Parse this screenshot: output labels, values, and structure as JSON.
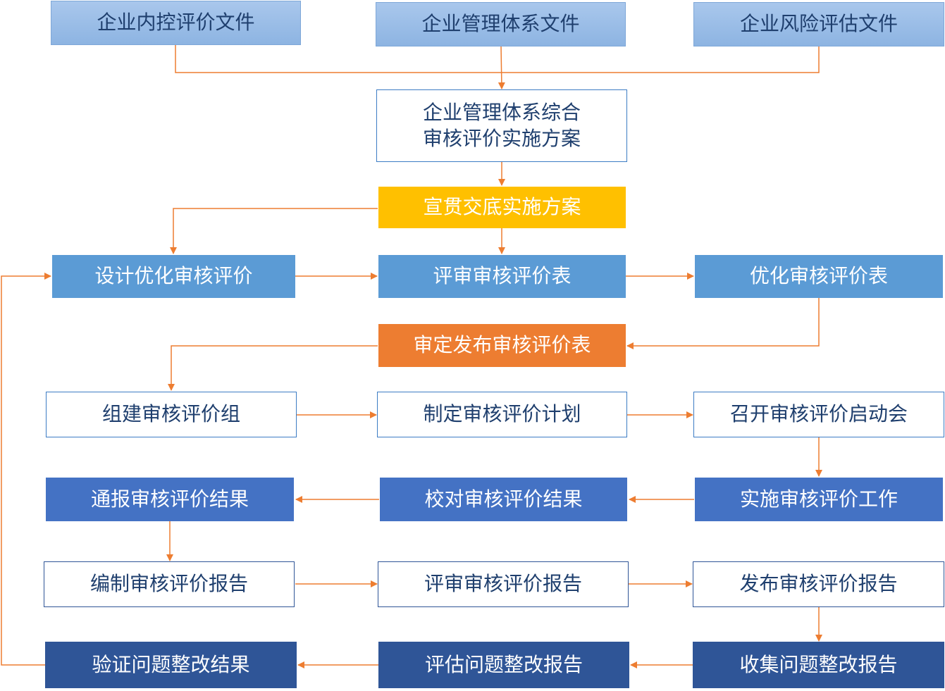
{
  "source_docs": [
    "企业内控评价文件",
    "企业管理体系文件",
    "企业风险评估文件"
  ],
  "plan": {
    "line1": "企业管理体系综合",
    "line2": "审核评价实施方案"
  },
  "briefing": "宣贯交底实施方案",
  "design_row": [
    "设计优化审核评价",
    "评审审核评价表",
    "优化审核评价表"
  ],
  "publish_table": "审定发布审核评价表",
  "group_row": [
    "组建审核评价组",
    "制定审核评价计划",
    "召开审核评价启动会"
  ],
  "result_row": [
    "通报审核评价结果",
    "校对审核评价结果",
    "实施审核评价工作"
  ],
  "report_row": [
    "编制审核评价报告",
    "评审审核评价报告",
    "发布审核评价报告"
  ],
  "rectify_row": [
    "验证问题整改结果",
    "评估问题整改报告",
    "收集问题整改报告"
  ],
  "colors": {
    "connector": "#ed7d31",
    "source_fill": "#9dbfe8",
    "outline": "#3c7cc4",
    "yellow": "#ffc000",
    "orange": "#ed7d31",
    "mid_blue": "#5b9bd5",
    "royal_blue": "#4472c4",
    "navy": "#2f5597"
  }
}
